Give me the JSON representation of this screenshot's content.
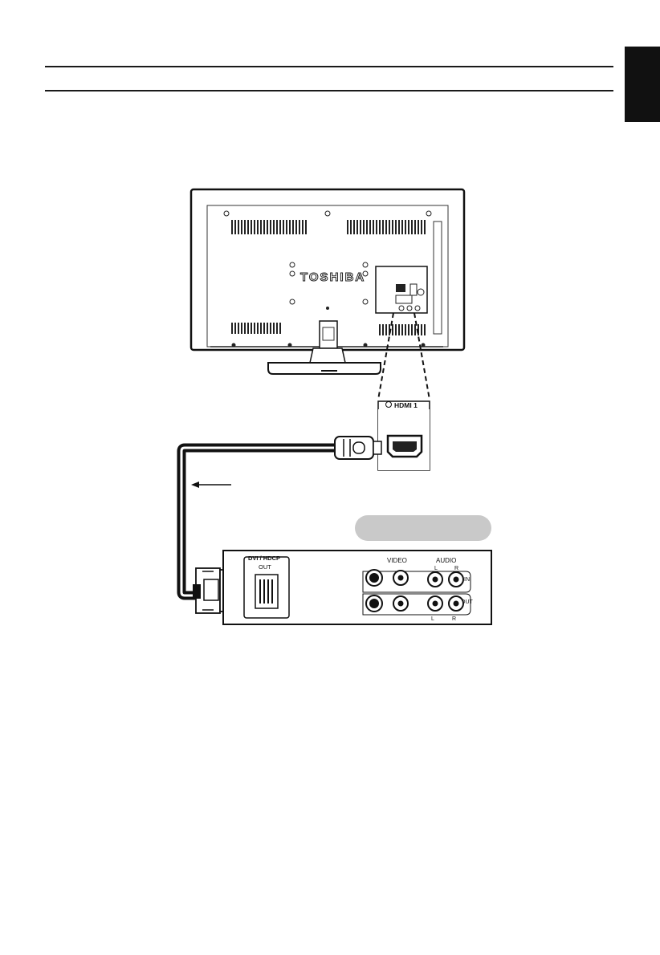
{
  "tv": {
    "brand": "TOSHIBA",
    "port_label": "HDMI 1"
  },
  "device": {
    "dvi_label": "DVI / HDCP",
    "dvi_out_label": "OUT",
    "video_label": "VIDEO",
    "audio_label": "AUDIO",
    "in_label": "IN",
    "out_label": "OUT",
    "left_label": "L",
    "right_label": "R"
  }
}
